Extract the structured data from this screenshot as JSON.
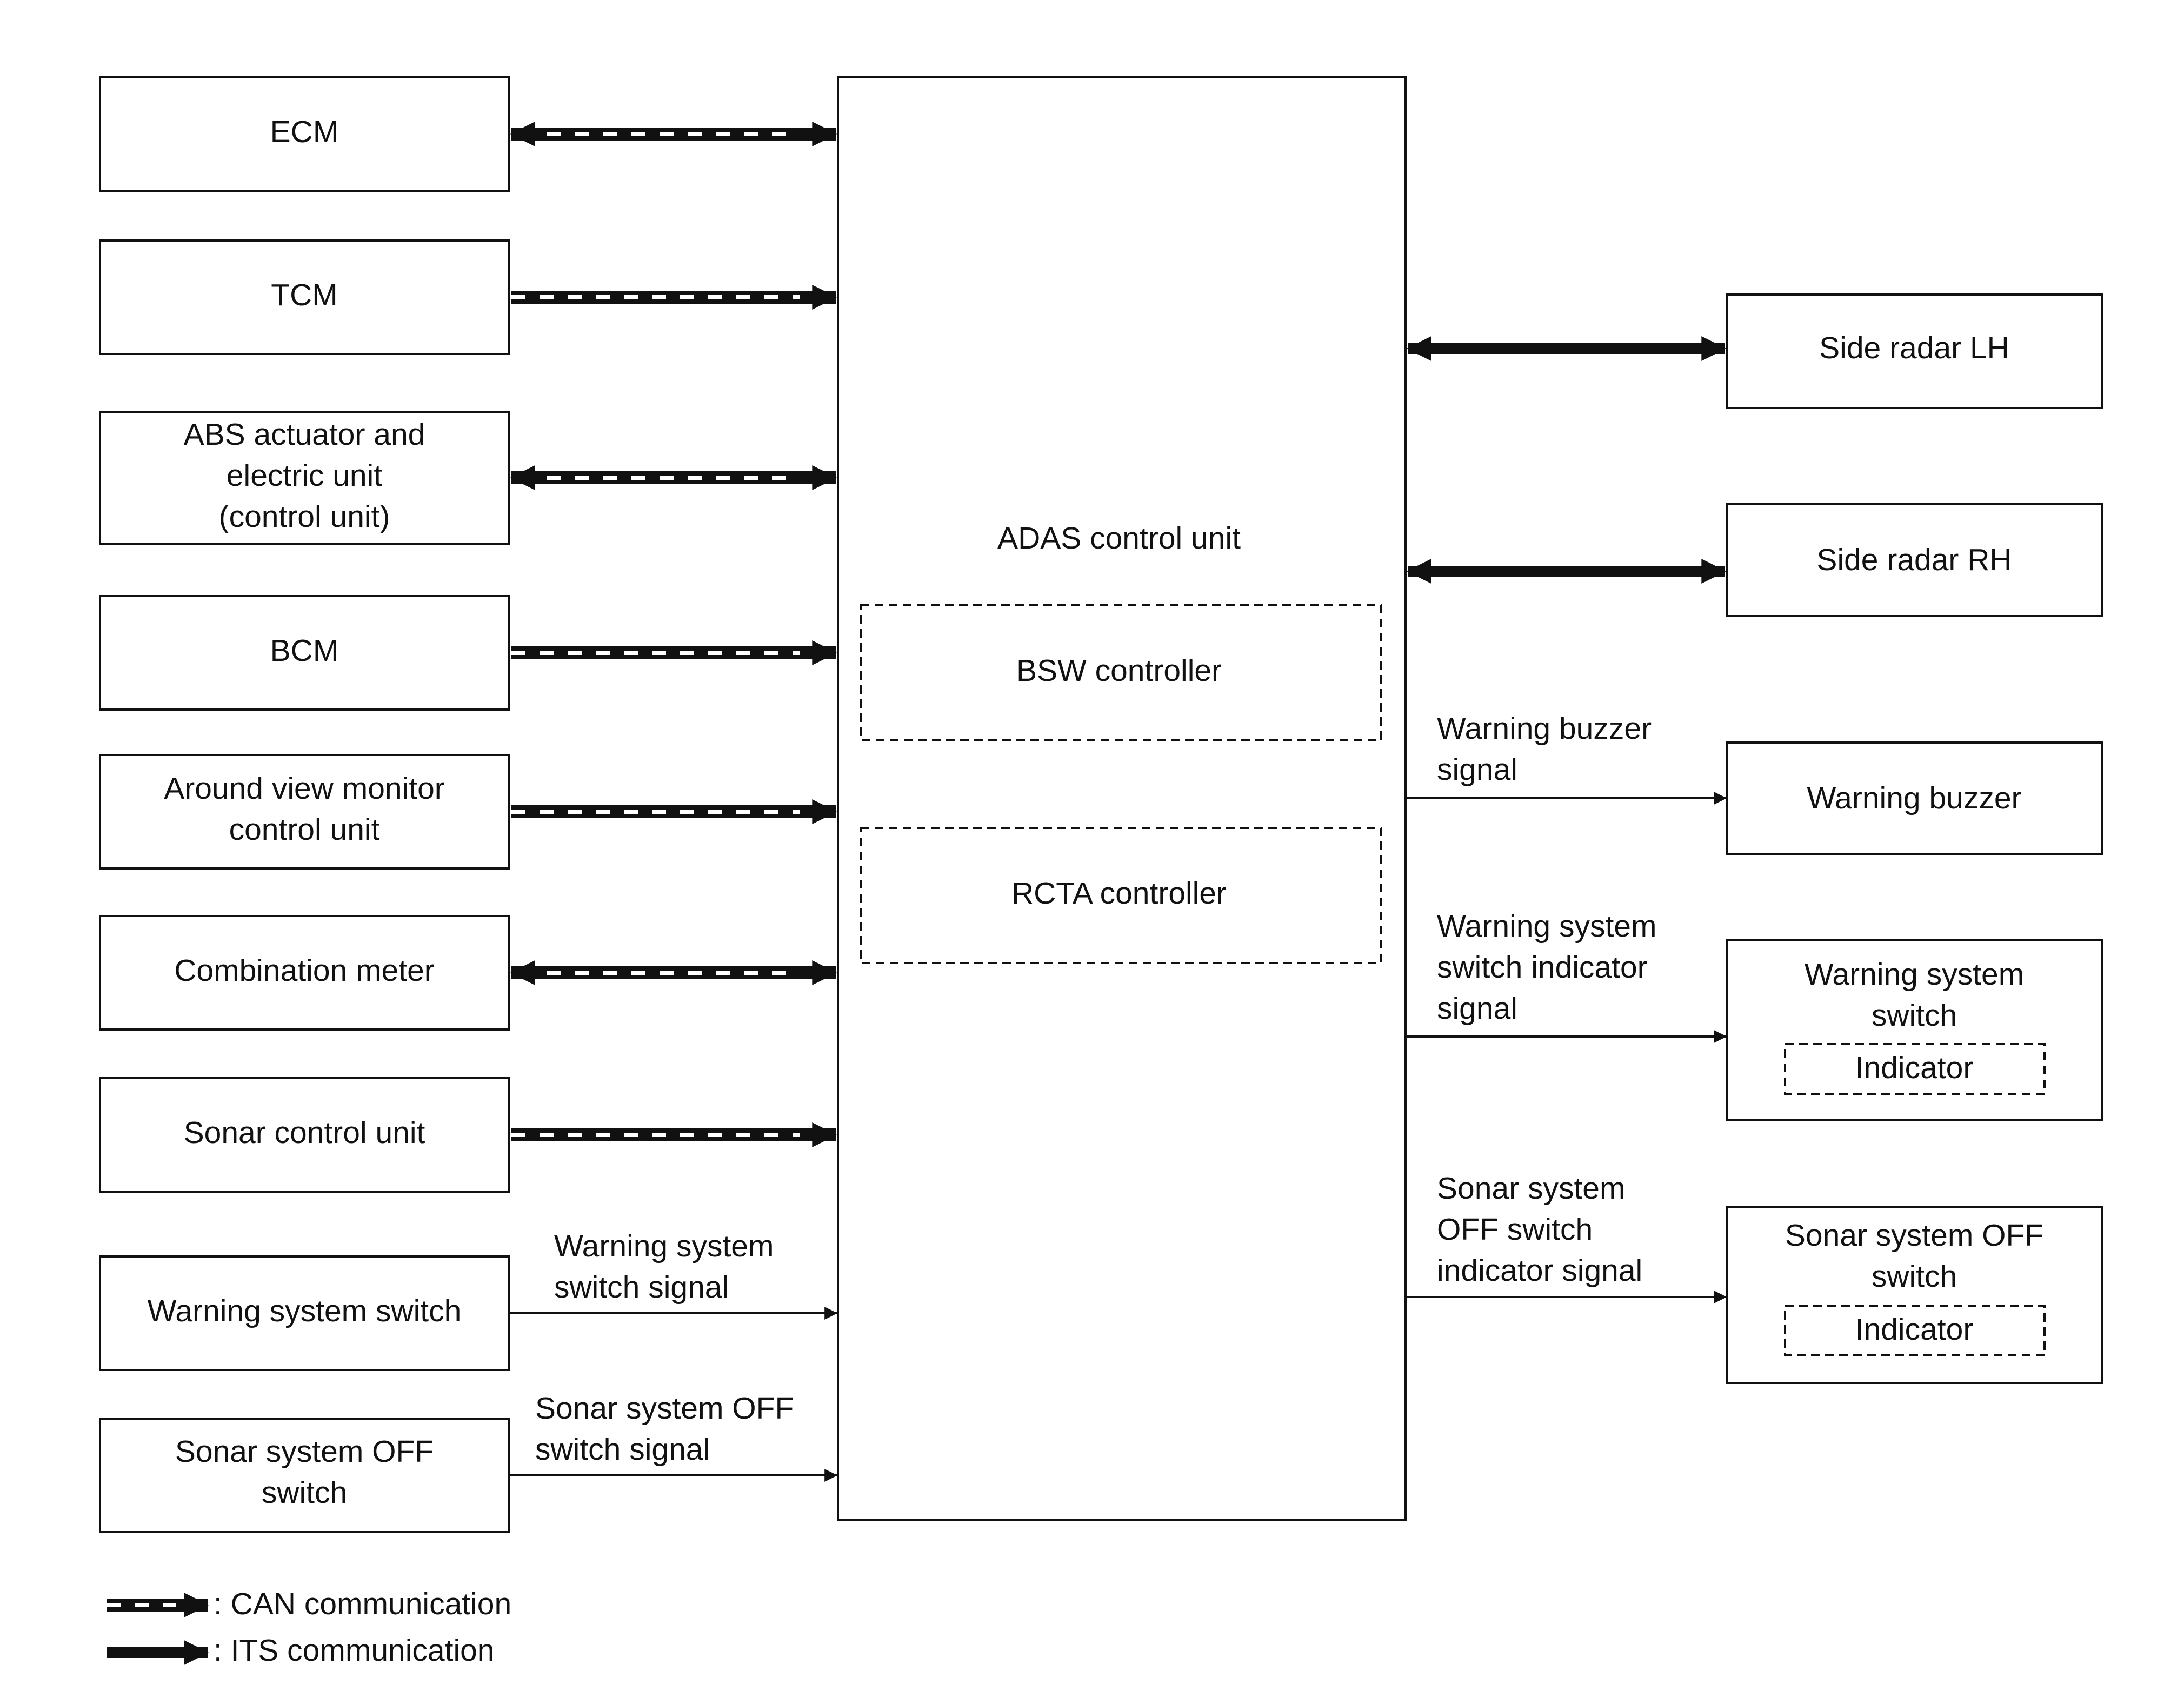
{
  "diagram": {
    "adas": {
      "title": "ADAS control unit",
      "bsw": "BSW controller",
      "rcta": "RCTA controller"
    },
    "left": {
      "ecm": "ECM",
      "tcm": "TCM",
      "abs_1": "ABS actuator and",
      "abs_2": "electric unit",
      "abs_3": "(control unit)",
      "bcm": "BCM",
      "avm_1": "Around view monitor",
      "avm_2": "control unit",
      "meter": "Combination meter",
      "sonar_cu": "Sonar control unit",
      "wss": "Warning system switch",
      "sonar_off_1": "Sonar system OFF",
      "sonar_off_2": "switch"
    },
    "left_signals": {
      "wss_1": "Warning system",
      "wss_2": "switch signal",
      "sonar_off_1": "Sonar system OFF",
      "sonar_off_2": "switch signal"
    },
    "right": {
      "radar_lh": "Side radar LH",
      "radar_rh": "Side radar RH",
      "buzzer": "Warning buzzer",
      "wss_1": "Warning system",
      "wss_2": "switch",
      "wss_indicator": "Indicator",
      "sonar_off_1": "Sonar system OFF",
      "sonar_off_2": "switch",
      "sonar_off_indicator": "Indicator"
    },
    "right_signals": {
      "buzzer_1": "Warning buzzer",
      "buzzer_2": "signal",
      "wss_ind_1": "Warning system",
      "wss_ind_2": "switch indicator",
      "wss_ind_3": "signal",
      "sonar_ind_1": "Sonar system",
      "sonar_ind_2": "OFF switch",
      "sonar_ind_3": "indicator signal"
    },
    "legend": {
      "can": ": CAN communication",
      "its": ": ITS communication"
    }
  }
}
